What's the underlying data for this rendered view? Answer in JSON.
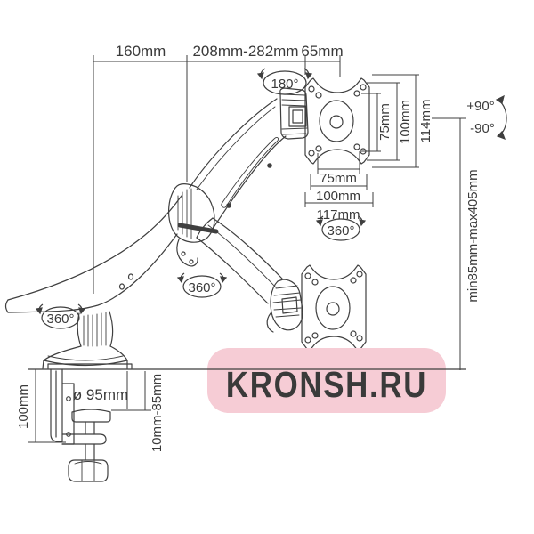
{
  "watermark": {
    "text": "KRONSH.RU",
    "bg_color": "#f6ccd5",
    "text_color": "#fcebee"
  },
  "dimensions": {
    "top": {
      "left": "160mm",
      "middle": "208mm-282mm",
      "right": "65mm"
    },
    "vesa_vertical": {
      "inner": "75mm",
      "middle": "100mm",
      "outer": "114mm"
    },
    "vesa_horizontal": {
      "inner": "75mm",
      "middle": "100mm",
      "outer": "117mm"
    },
    "height_range": "min85mm-max405mm",
    "base_diameter": "ø 95mm",
    "clamp_range": "10mm-85mm",
    "clamp_height": "100mm"
  },
  "rotations": {
    "swivel_top": "180°",
    "rotate_vesa": "360°",
    "rotate_elbow": "360°",
    "rotate_base": "360°",
    "tilt_up": "+90°",
    "tilt_down": "-90°"
  },
  "line_color": "#3f3f3f"
}
